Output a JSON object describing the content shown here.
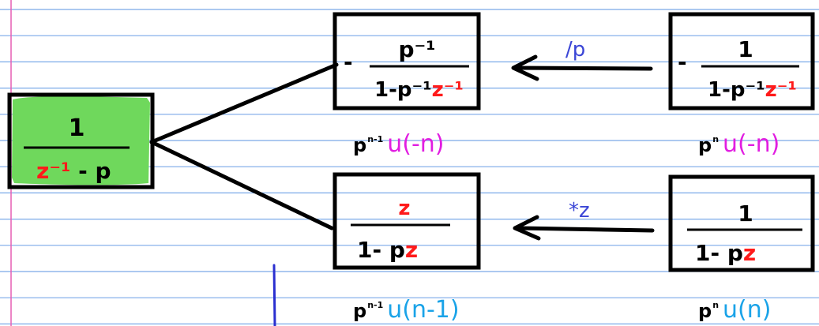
{
  "colors": {
    "paper": "#ffffff",
    "rule_line": "#7aa9e8",
    "margin_line": "#e65fb4",
    "ink": "#000000",
    "highlight": "#6fd85c",
    "z_red": "#ff1a1a",
    "magenta_text": "#e11ee1",
    "cyan_text": "#1aa3e8",
    "op_blue": "#3b46d6",
    "stroke_blue": "#2a2fd0"
  },
  "source_box": {
    "numerator": "1",
    "denominator_z": "z⁻¹",
    "denominator_rest": " - p"
  },
  "boxes": {
    "top_mid": {
      "sign": "-",
      "numerator": "p⁻¹",
      "denominator_lead": "1-p⁻¹",
      "denominator_z": "z⁻¹"
    },
    "top_right": {
      "sign": "-",
      "numerator": "1",
      "denominator_lead": "1-p⁻¹",
      "denominator_z": "z⁻¹"
    },
    "bottom_mid": {
      "numerator_z": "z",
      "denominator_lead": "1- p",
      "denominator_z": "z"
    },
    "bottom_right": {
      "numerator": "1",
      "denominator_lead": "1- p",
      "denominator_z": "z"
    }
  },
  "operations": {
    "top": "/p",
    "bottom": "*z"
  },
  "labels": {
    "top_mid": {
      "base": "p",
      "exp": "n-1",
      "tail": "u(-n)"
    },
    "top_right": {
      "base": "p",
      "exp": "n",
      "tail": "u(-n)"
    },
    "bottom_mid": {
      "base": "p",
      "exp": "n-1",
      "tail": "u(n-1)"
    },
    "bottom_right": {
      "base": "p",
      "exp": "n",
      "tail": "u(n)"
    }
  }
}
